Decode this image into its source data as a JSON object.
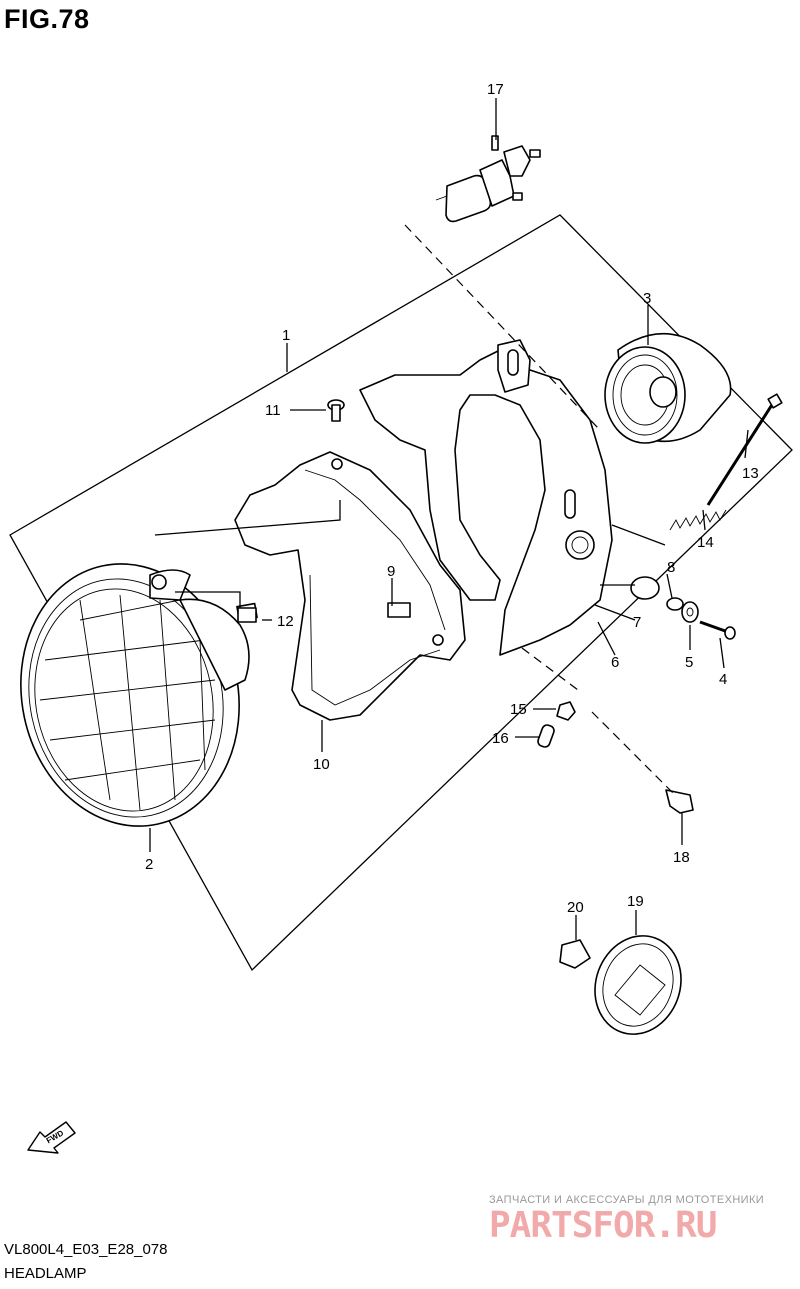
{
  "figure": {
    "title": "FIG.78",
    "model_code": "VL800L4_E03_E28_078",
    "caption": "HEADLAMP"
  },
  "callouts": [
    {
      "id": "17",
      "label": "17"
    },
    {
      "id": "3",
      "label": "3"
    },
    {
      "id": "1",
      "label": "1"
    },
    {
      "id": "11",
      "label": "11"
    },
    {
      "id": "13",
      "label": "13"
    },
    {
      "id": "14",
      "label": "14"
    },
    {
      "id": "8",
      "label": "8"
    },
    {
      "id": "9",
      "label": "9"
    },
    {
      "id": "12",
      "label": "12"
    },
    {
      "id": "7",
      "label": "7"
    },
    {
      "id": "6",
      "label": "6"
    },
    {
      "id": "5",
      "label": "5"
    },
    {
      "id": "4",
      "label": "4"
    },
    {
      "id": "15",
      "label": "15"
    },
    {
      "id": "16",
      "label": "16"
    },
    {
      "id": "10",
      "label": "10"
    },
    {
      "id": "2",
      "label": "2"
    },
    {
      "id": "18",
      "label": "18"
    },
    {
      "id": "20",
      "label": "20"
    },
    {
      "id": "19",
      "label": "19"
    }
  ],
  "direction_arrow": {
    "label": "FWD",
    "icon": "fwd-arrow-icon"
  },
  "watermark": {
    "tagline": "ЗАПЧАСТИ И АКСЕССУАРЫ ДЛЯ МОТОТЕХНИКИ",
    "logo_text": "PARTSFOR.RU",
    "color": "#f2a9a9"
  }
}
